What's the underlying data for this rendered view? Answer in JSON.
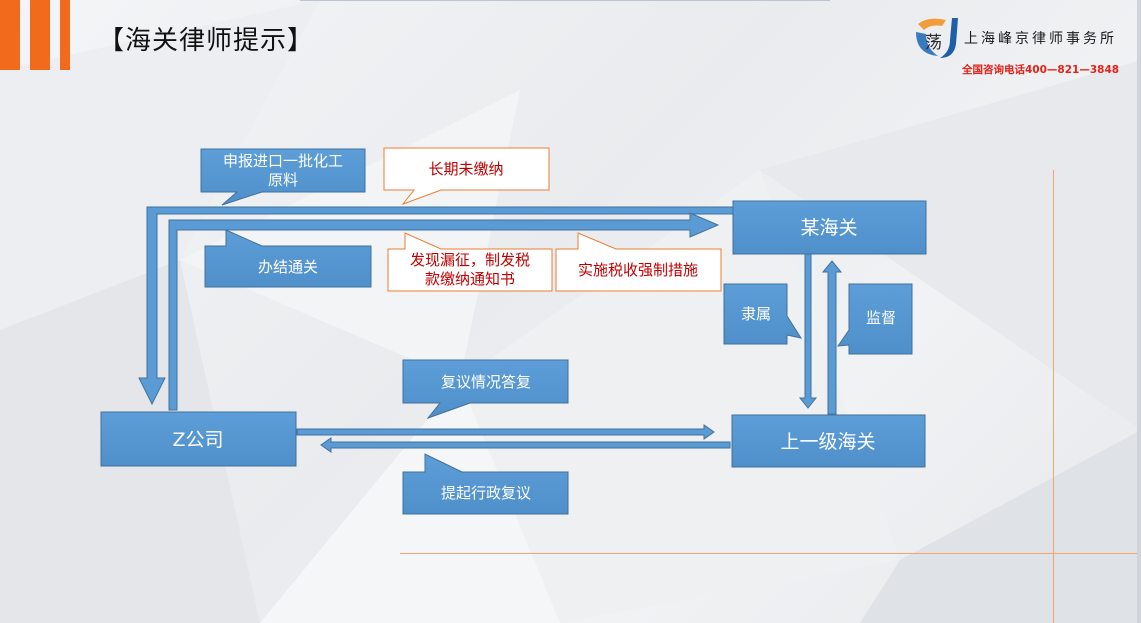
{
  "header": {
    "title": "【海关律师提示】",
    "logo_glyph": "荡",
    "firm_name": "上海峰京律师事务所",
    "phone": "全国咨询电话400—821—3848",
    "accent_color": "#f26b1d"
  },
  "diagram": {
    "nodes": {
      "customs": "某海关",
      "superior": "上一级海关",
      "company": "Z公司"
    },
    "callouts": {
      "declare_line1": "申报进口一批化工",
      "declare_line2": "原料",
      "unpaid": "长期未缴纳",
      "clearance": "办结通关",
      "notice_line1": "发现漏征，制发税",
      "notice_line2": "款缴纳通知书",
      "enforcement": "实施税收强制措施",
      "subordinate": "隶属",
      "supervise": "监督",
      "reply": "复议情况答复",
      "appeal": "提起行政复议"
    },
    "colors": {
      "box_fill": "#5b9bd5",
      "box_stroke": "#41719c",
      "red_text": "#c00000",
      "white_box_stroke": "#ed7d31"
    }
  }
}
